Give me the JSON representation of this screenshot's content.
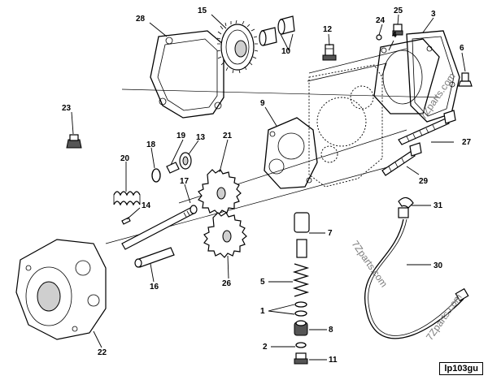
{
  "watermarks": [
    "7Zparts.com",
    "7Zparts.com",
    "7Zparts.com"
  ],
  "reference_code": "lp103gu",
  "callouts": [
    {
      "id": "c1",
      "label": "1"
    },
    {
      "id": "c2",
      "label": "2"
    },
    {
      "id": "c3",
      "label": "3"
    },
    {
      "id": "c4",
      "label": "4"
    },
    {
      "id": "c5",
      "label": "5"
    },
    {
      "id": "c6",
      "label": "6"
    },
    {
      "id": "c7",
      "label": "7"
    },
    {
      "id": "c8",
      "label": "8"
    },
    {
      "id": "c9",
      "label": "9"
    },
    {
      "id": "c10",
      "label": "10"
    },
    {
      "id": "c11",
      "label": "11"
    },
    {
      "id": "c12",
      "label": "12"
    },
    {
      "id": "c13",
      "label": "13"
    },
    {
      "id": "c14",
      "label": "14"
    },
    {
      "id": "c15",
      "label": "15"
    },
    {
      "id": "c16",
      "label": "16"
    },
    {
      "id": "c17",
      "label": "17"
    },
    {
      "id": "c18",
      "label": "18"
    },
    {
      "id": "c19",
      "label": "19"
    },
    {
      "id": "c20",
      "label": "20"
    },
    {
      "id": "c21",
      "label": "21"
    },
    {
      "id": "c22",
      "label": "22"
    },
    {
      "id": "c23",
      "label": "23"
    },
    {
      "id": "c24",
      "label": "24"
    },
    {
      "id": "c25",
      "label": "25"
    },
    {
      "id": "c26",
      "label": "26"
    },
    {
      "id": "c27",
      "label": "27"
    },
    {
      "id": "c28",
      "label": "28"
    },
    {
      "id": "c29",
      "label": "29"
    },
    {
      "id": "c30",
      "label": "30"
    },
    {
      "id": "c31",
      "label": "31"
    }
  ]
}
